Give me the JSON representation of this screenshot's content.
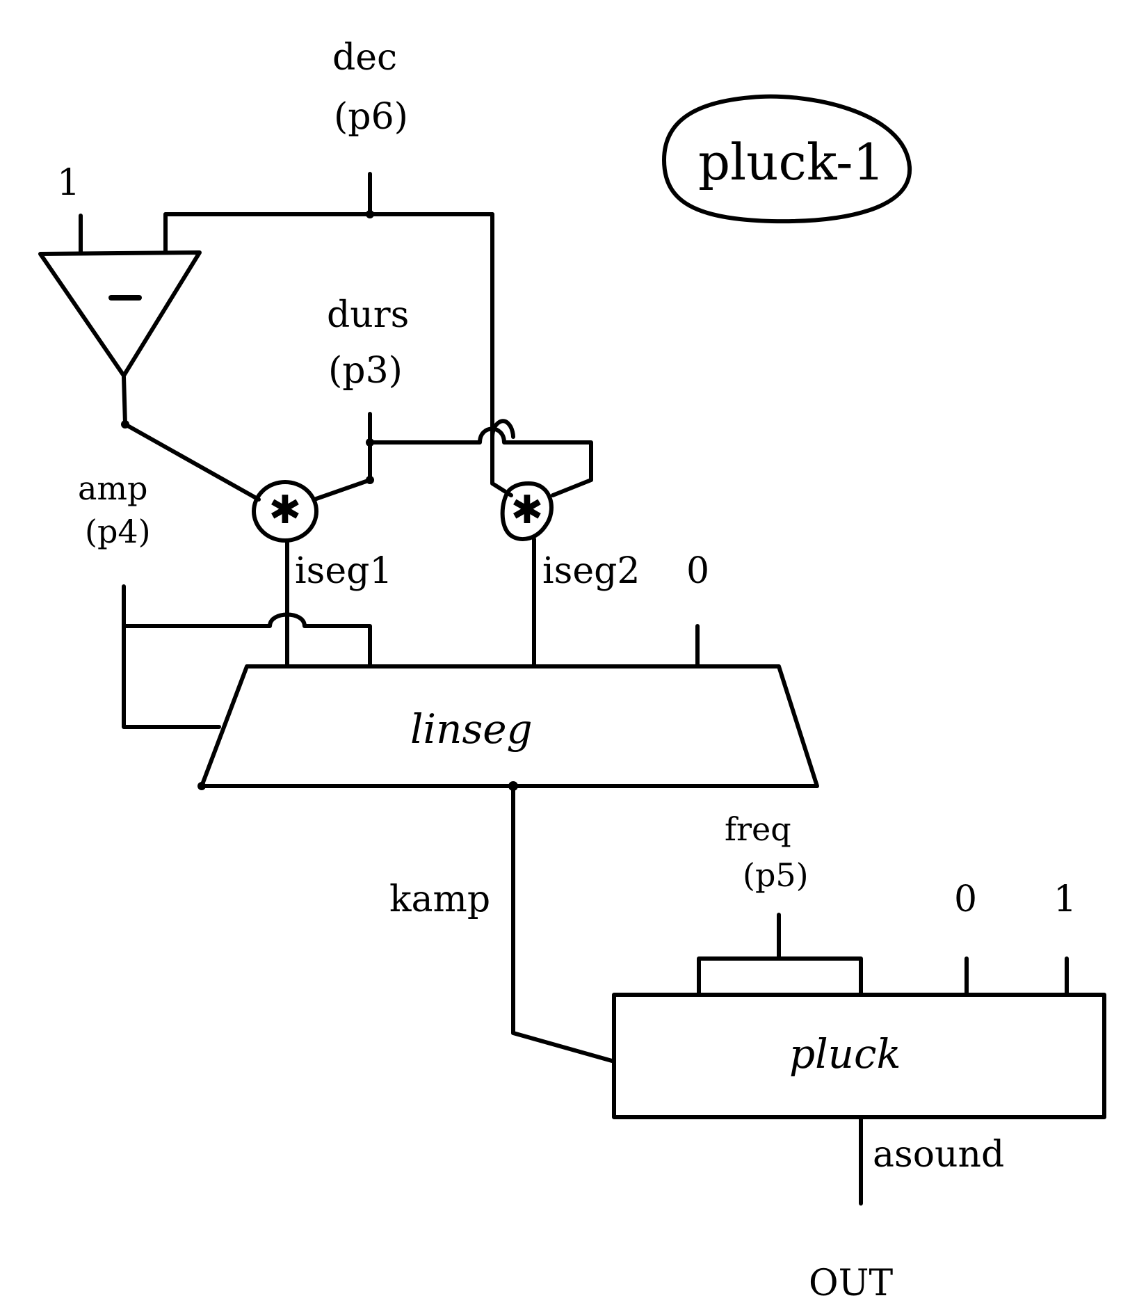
{
  "title": "pluck-1",
  "inputs": {
    "dec_name": "dec",
    "dec_param": "(p6)",
    "durs_name": "durs",
    "durs_param": "(p3)",
    "amp_name": "amp",
    "amp_param": "(p4)",
    "one_const": "1",
    "freq_name": "freq",
    "freq_param": "(p5)"
  },
  "operators": {
    "minus": "−",
    "mult1": "✱",
    "mult2": "✱"
  },
  "signals": {
    "iseg1": "iseg1",
    "iseg2": "iseg2",
    "zero_linseg": "0",
    "kamp": "kamp",
    "zero_pluck": "0",
    "one_pluck": "1",
    "asound": "asound",
    "out": "OUT"
  },
  "modules": {
    "linseg": "linseg",
    "pluck": "pluck"
  }
}
